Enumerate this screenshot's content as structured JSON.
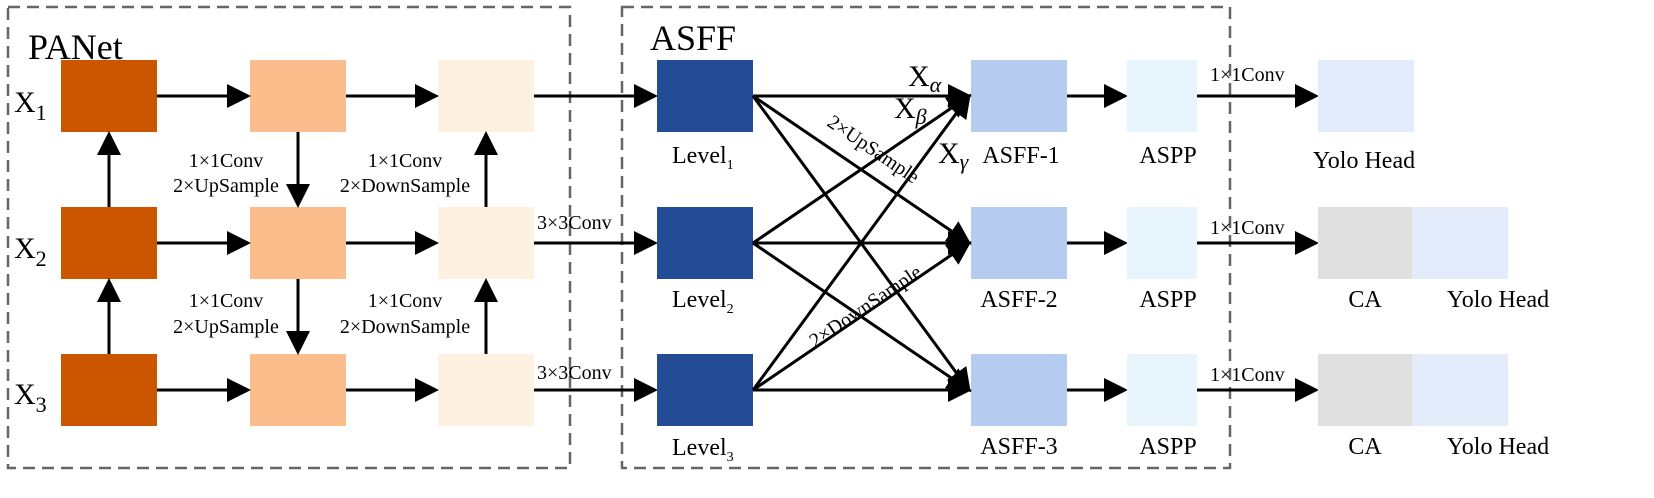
{
  "colors": {
    "x_block": "#cc5500",
    "panet_mid": "#fbbd8c",
    "panet_right": "#fef1e2",
    "level_block": "#244c96",
    "asff_block": "#b5cbf0",
    "aspp_block": "#e8f5fd",
    "ca_block": "#e0e0e0",
    "yolo_block": "#e4ebfb"
  },
  "groups": {
    "panet_label": "PANet",
    "asff_label": "ASFF"
  },
  "inputs": [
    {
      "base": "X",
      "sub": "1"
    },
    {
      "base": "X",
      "sub": "2"
    },
    {
      "base": "X",
      "sub": "3"
    }
  ],
  "panet_ops": {
    "up_conv": "1×1Conv",
    "up_sample": "2×UpSample",
    "down_conv": "1×1Conv",
    "down_sample": "2×DownSample"
  },
  "conv3": "3×3Conv",
  "levels": [
    {
      "base": "Level",
      "sub": "1"
    },
    {
      "base": "Level",
      "sub": "2"
    },
    {
      "base": "Level",
      "sub": "3"
    }
  ],
  "weights": {
    "alpha": {
      "base": "X",
      "sub": "α"
    },
    "beta": {
      "base": "X",
      "sub": "β"
    },
    "gamma": {
      "base": "X",
      "sub": "γ"
    }
  },
  "cross_labels": {
    "up": "2×UpSample",
    "down": "2×DownSample"
  },
  "asff_blocks": [
    "ASFF-1",
    "ASFF-2",
    "ASFF-3"
  ],
  "aspp_label": "ASPP",
  "conv1_label": "1×1Conv",
  "ca_label": "CA",
  "yolo_label": "Yolo Head"
}
